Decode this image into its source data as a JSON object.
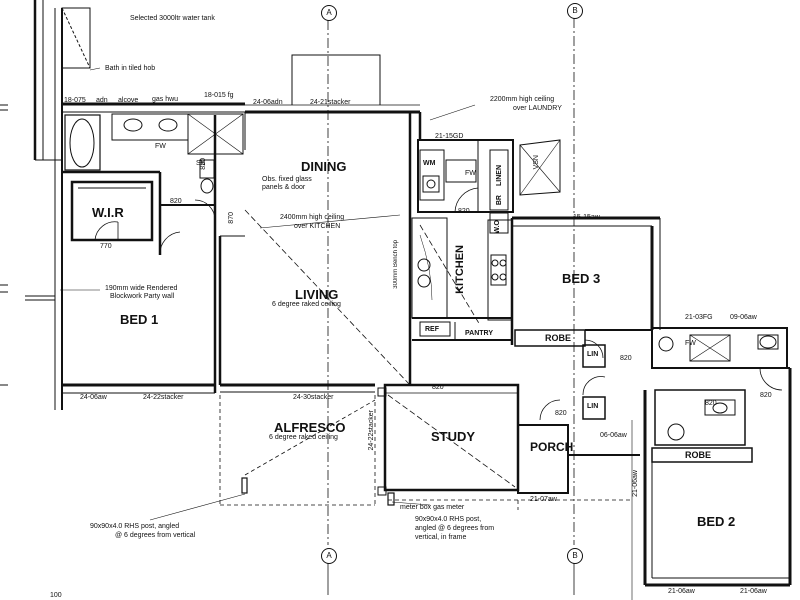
{
  "rooms": {
    "dining": "DINING",
    "living": "LIVING",
    "bed1": "BED 1",
    "bed2": "BED 2",
    "bed3": "BED 3",
    "wir": "W.I.R",
    "study": "STUDY",
    "porch": "PORCH",
    "alfresco": "ALFRESCO",
    "kitchen": "KITCHEN"
  },
  "notes": {
    "water_tank": "Selected 3000ltr water tank",
    "bath": "Bath in tiled hob",
    "ceiling_laundry_1": "2200mm high ceiling",
    "ceiling_laundry_2": "over LAUNDRY",
    "dining_1": "Obs. fixed glass",
    "dining_2": "panels & door",
    "ceiling_kitchen_1": "2400mm high ceiling",
    "ceiling_kitchen_2": "over KITCHEN",
    "party_wall_1": "190mm wide Rendered",
    "party_wall_2": "Blockwork Party wall",
    "living_ceiling": "6 degree raked ceiling",
    "alfresco_ceiling": "6 degree raked ceiling",
    "post1_1": "90x90x4.0 RHS post, angled",
    "post1_2": "@ 6 degrees from vertical",
    "post2_1": "90x90x4.0 RHS post,",
    "post2_2": "angled @ 6 degrees from",
    "post2_3": "vertical, in frame",
    "meter": "meter box gas meter",
    "benchtop": "300mm Bench top"
  },
  "dims": {
    "d1": "18-075",
    "d2": "adn",
    "d3": "alcove",
    "d4": "gas hwu",
    "d5": "18-015 fg",
    "d6": "24-06adn",
    "d7": "24-21stacker",
    "d8": "21-15GD",
    "d9": "15-15aw",
    "d10": "21-03FG",
    "d11": "09-06aw",
    "d12": "24-06aw",
    "d13": "24-22stacker",
    "d14": "24-30stacker",
    "d15": "24-22stacker",
    "d16": "06-06aw",
    "d17": "21-07aw",
    "d18": "21-06aw",
    "d19": "21-06aw",
    "d20": "21-06aw",
    "d21": "770",
    "d22": "820",
    "d23": "820",
    "d24": "820",
    "d25": "820",
    "d26": "820",
    "d27": "870",
    "d28": "820",
    "d29": "820",
    "d30": "820"
  },
  "tags": {
    "lin1": "LIN",
    "lin2": "LIN",
    "linen": "LINEN",
    "robe1": "ROBE",
    "robe2": "ROBE",
    "pantry": "PANTRY",
    "ref": "REF",
    "wm": "WM",
    "br": "BR",
    "wo": "W.O",
    "fw1": "FW",
    "fw2": "FW",
    "fw3": "FW",
    "sb": "SB",
    "vsn": "VSN"
  },
  "grid": {
    "a_top": "A",
    "a_bottom": "A",
    "b_top": "B",
    "b_bottom": "B"
  },
  "bottom_label": "100"
}
